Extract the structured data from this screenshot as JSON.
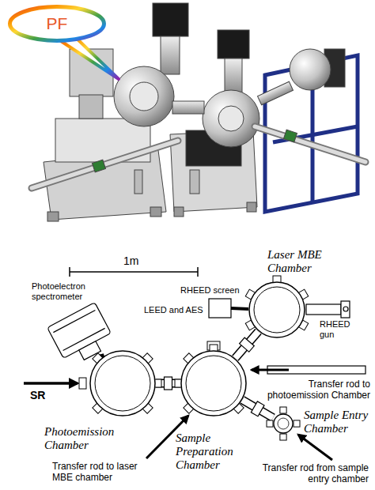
{
  "diagram": {
    "nodes": [
      {
        "text": [
          "PF"
        ]
      },
      {
        "text": [
          "Laser MBE Chamber"
        ]
      },
      {
        "text": [
          "Photoemission Chamber"
        ]
      },
      {
        "text": [
          "Sample Preparation Chamber"
        ]
      },
      {
        "text": [
          "Sample Entry Chamber"
        ]
      }
    ],
    "edges": [
      {
        "from": 2,
        "to": 3,
        "arrow": "none"
      },
      {
        "from": 3,
        "to": 1,
        "arrow": "none"
      },
      {
        "from": 3,
        "to": 4,
        "arrow": "none"
      }
    ],
    "labels": [
      "1m",
      "Photoelectron spectrometer",
      "RHEED screen",
      "LEED and AES",
      "RHEED gun",
      "SR",
      "Transfer rod to photoemission Chamber",
      "Transfer rod to laser MBE chamber",
      "Transfer rod from sample entry chamber"
    ]
  }
}
